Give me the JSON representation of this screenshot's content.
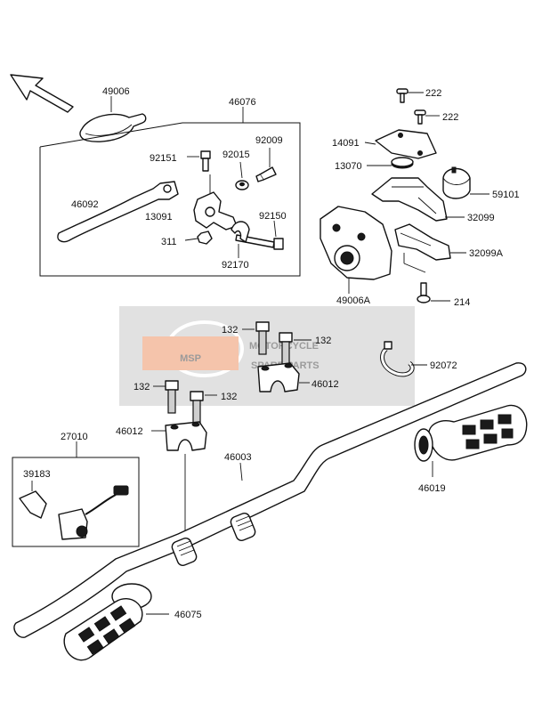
{
  "parts": {
    "p49006": "49006",
    "p46076": "46076",
    "p92151": "92151",
    "p92015": "92015",
    "p92009": "92009",
    "p46092": "46092",
    "p13091": "13091",
    "p92150": "92150",
    "p311": "311",
    "p92170": "92170",
    "p222a": "222",
    "p222b": "222",
    "p14091": "14091",
    "p13070": "13070",
    "p59101": "59101",
    "p32099": "32099",
    "p32099A": "32099A",
    "p49006A": "49006A",
    "p214": "214",
    "p132a": "132",
    "p132b": "132",
    "p132c": "132",
    "p132d": "132",
    "p46012a": "46012",
    "p46012b": "46012",
    "p92072": "92072",
    "p27010": "27010",
    "p39183": "39183",
    "p46003": "46003",
    "p46019": "46019",
    "p46075": "46075"
  },
  "watermark": {
    "logo": "MSP",
    "line1": "MOTORCYCLE",
    "line2": "SPARE PARTS",
    "accent_color": "#e8743a"
  },
  "icons": {
    "direction": "arrow-up-left-icon"
  }
}
